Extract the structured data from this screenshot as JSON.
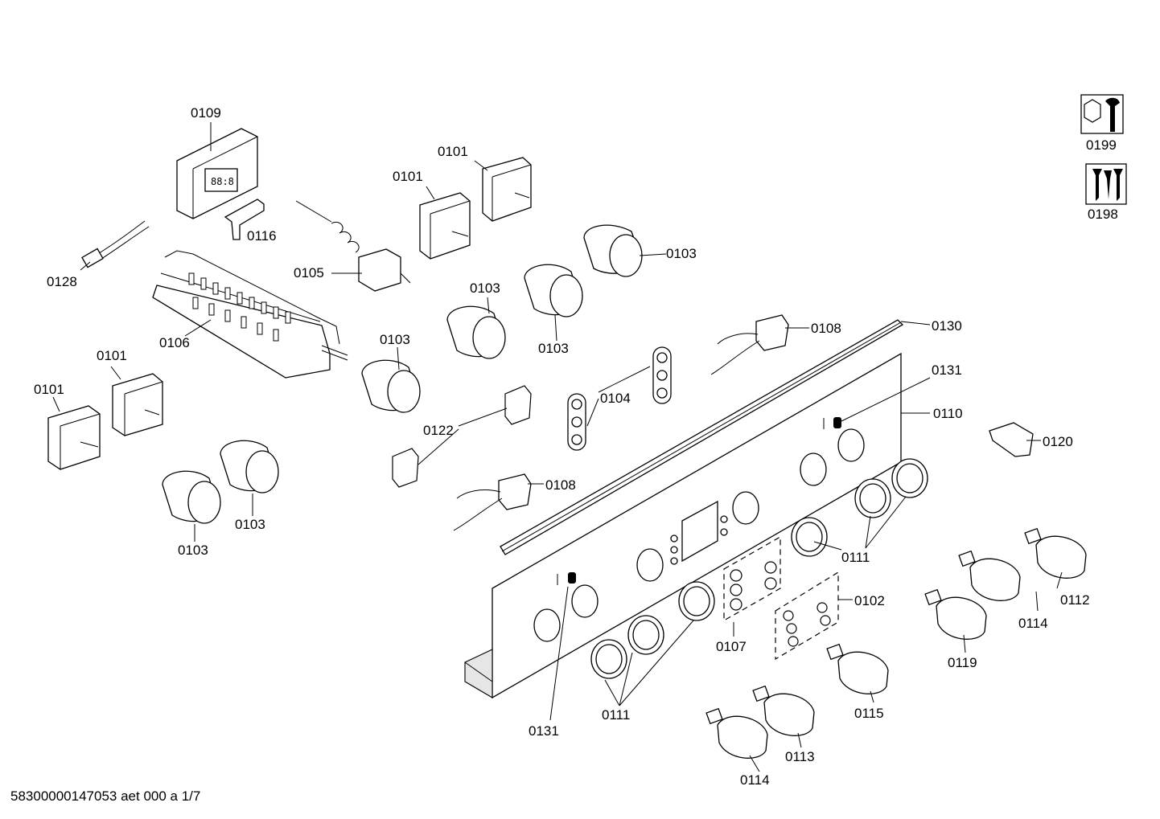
{
  "diagram": {
    "labels": {
      "l0109": "0109",
      "l0101a": "0101",
      "l0101b": "0101",
      "l0101c": "0101",
      "l0101d": "0101",
      "l0116": "0116",
      "l0128": "0128",
      "l0105": "0105",
      "l0106": "0106",
      "l0103a": "0103",
      "l0103b": "0103",
      "l0103c": "0103",
      "l0103d": "0103",
      "l0103e": "0103",
      "l0103f": "0103",
      "l0108a": "0108",
      "l0108b": "0108",
      "l0130": "0130",
      "l0131a": "0131",
      "l0131b": "0131",
      "l0110": "0110",
      "l0120": "0120",
      "l0104": "0104",
      "l0122": "0122",
      "l0111a": "0111",
      "l0111b": "0111",
      "l0102": "0102",
      "l0107": "0107",
      "l0112": "0112",
      "l0114a": "0114",
      "l0114b": "0114",
      "l0119": "0119",
      "l0115": "0115",
      "l0113": "0113",
      "l0199": "0199",
      "l0198": "0198"
    },
    "footer": "58300000147053 aet 000 a 1/7",
    "icons": {
      "i0199": "nut-wrench-icon",
      "i0198": "screws-icon"
    }
  }
}
